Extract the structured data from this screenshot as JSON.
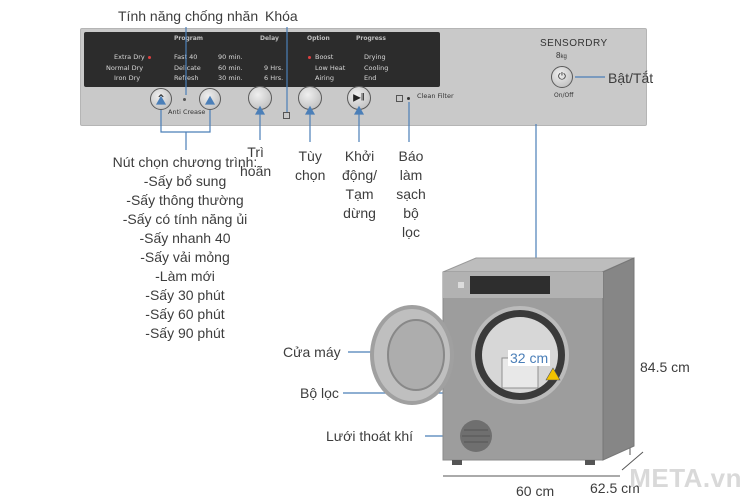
{
  "annotations": {
    "anti_crease": "Tính năng chống nhăn",
    "lock": "Khóa",
    "power": "Bật/Tắt",
    "delay": [
      "Trì",
      "hoãn"
    ],
    "option": [
      "Tùy",
      "chọn"
    ],
    "start_pause": [
      "Khởi",
      "động/",
      "Tạm",
      "dừng"
    ],
    "clean_filter": [
      "Báo",
      "làm",
      "sạch",
      "bộ",
      "lọc"
    ],
    "door": "Cửa máy",
    "filter": "Bộ lọc",
    "vent": "Lưới thoát khí",
    "program_title": "Nút chọn chương trình:",
    "programs": [
      "-Sấy bổ sung",
      "-Sấy thông thường",
      "-Sấy có tính năng ủi",
      "-Sấy nhanh 40",
      "-Sấy vải mỏng",
      "-Làm mới",
      "-Sấy 30 phút",
      "-Sấy 60 phút",
      "-Sấy 90 phút"
    ]
  },
  "dimensions": {
    "height": "84.5 cm",
    "width": "60 cm",
    "depth": "62.5 cm",
    "door_opening": "32 cm"
  },
  "panel": {
    "headers": {
      "program": "Program",
      "delay": "Delay",
      "option": "Option",
      "progress": "Progress"
    },
    "program_left": [
      "Extra Dry",
      "Normal Dry",
      "Iron Dry"
    ],
    "program_mid": [
      "Fast 40",
      "Delicate",
      "Refresh"
    ],
    "program_right": [
      "90 min.",
      "60 min.",
      "30 min."
    ],
    "delay_items": [
      "9 Hrs.",
      "6 Hrs."
    ],
    "option_items": [
      "Boost",
      "Low Heat",
      "Airing"
    ],
    "progress_items": [
      "Drying",
      "Cooling",
      "End"
    ],
    "anti_crease": "Anti Crease",
    "clean_filter": "Clean Filter",
    "brand": "SENSORDRY",
    "capacity": "8",
    "capacity_unit": "kg",
    "power_label": "On/Off"
  },
  "watermark": "META.vn",
  "colors": {
    "line": "#4b7fb8",
    "panel": "#c9c9c9",
    "display": "#2c2c2c",
    "text": "#3d3d3d",
    "watermark": "#d9d9d9"
  }
}
